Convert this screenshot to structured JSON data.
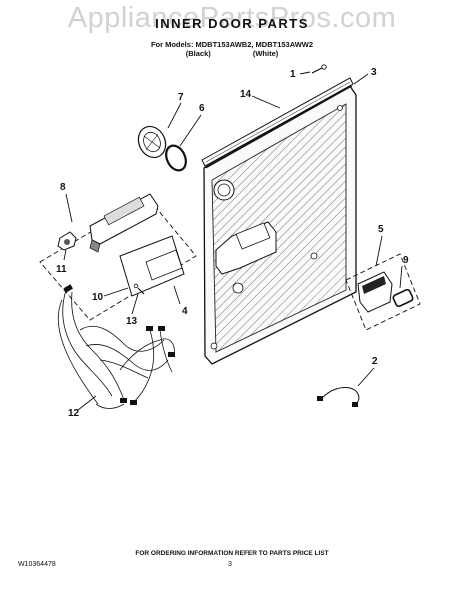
{
  "watermark": "AppliancePartsPros.com",
  "header": {
    "title": "INNER DOOR PARTS",
    "models": "For Models: MDBT153AWB2, MDBT153AWW2",
    "variant_black": "(Black)",
    "variant_white": "(White)"
  },
  "callouts": [
    "1",
    "2",
    "3",
    "4",
    "5",
    "6",
    "7",
    "8",
    "9",
    "10",
    "11",
    "12",
    "13",
    "14"
  ],
  "footer": {
    "ordering_note": "FOR ORDERING INFORMATION REFER TO PARTS PRICE LIST",
    "doc_id": "W10364478",
    "page": "3"
  }
}
